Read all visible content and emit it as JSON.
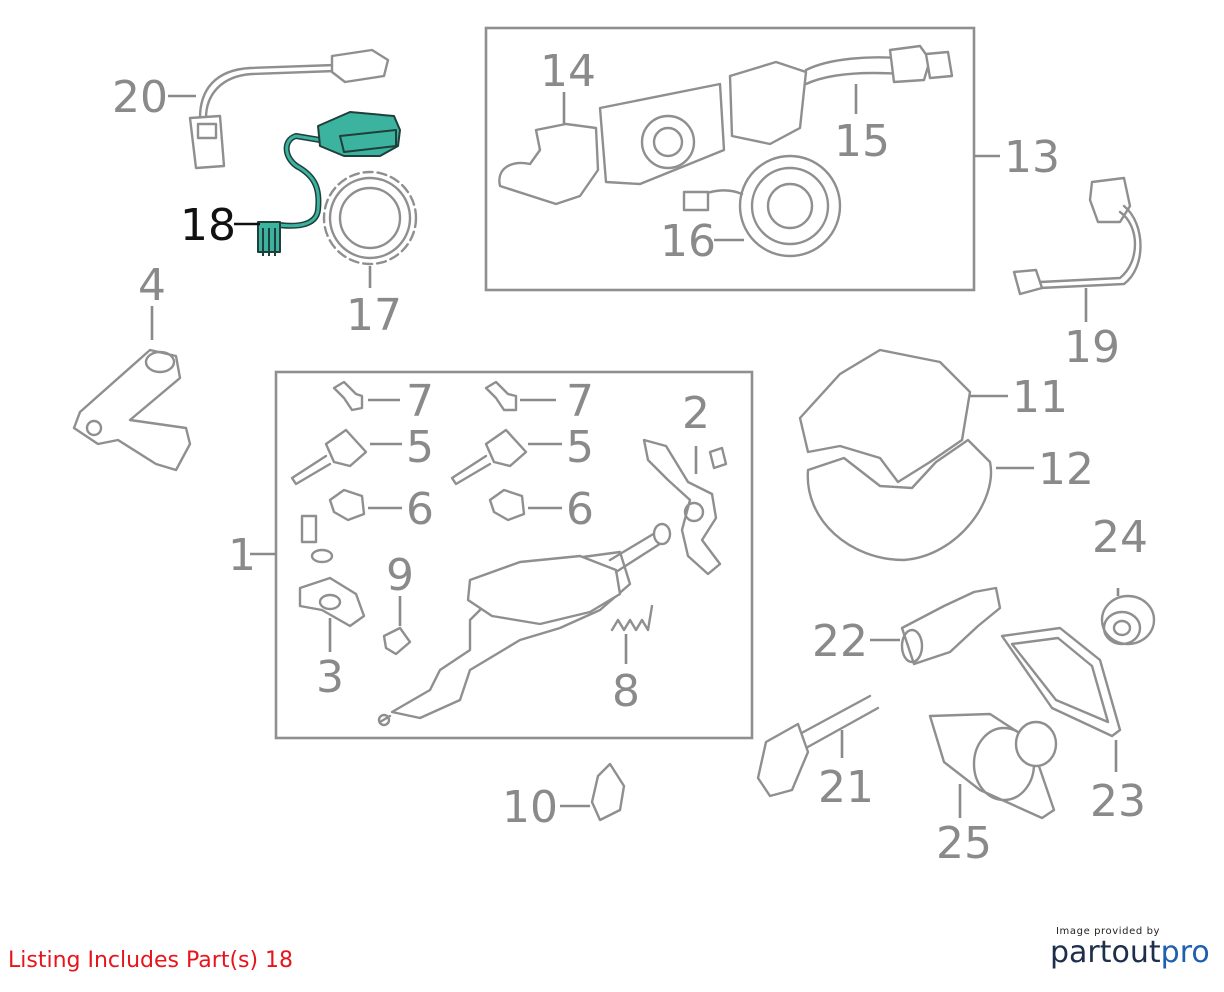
{
  "callouts": {
    "c1": "1",
    "c2": "2",
    "c3": "3",
    "c4": "4",
    "c5a": "5",
    "c5b": "5",
    "c6a": "6",
    "c6b": "6",
    "c7a": "7",
    "c7b": "7",
    "c8": "8",
    "c9": "9",
    "c10": "10",
    "c11": "11",
    "c12": "12",
    "c13": "13",
    "c14": "14",
    "c15": "15",
    "c16": "16",
    "c17": "17",
    "c18": "18",
    "c19": "19",
    "c20": "20",
    "c21": "21",
    "c22": "22",
    "c23": "23",
    "c24": "24",
    "c25": "25"
  },
  "highlight": {
    "part": "18",
    "color": "#3bb39f"
  },
  "footer": {
    "note": "Listing Includes Part(s) 18",
    "note_color": "#e8141c"
  },
  "brand": {
    "caption": "Image provided by",
    "name_part1": "partout",
    "name_part2": "pro"
  }
}
